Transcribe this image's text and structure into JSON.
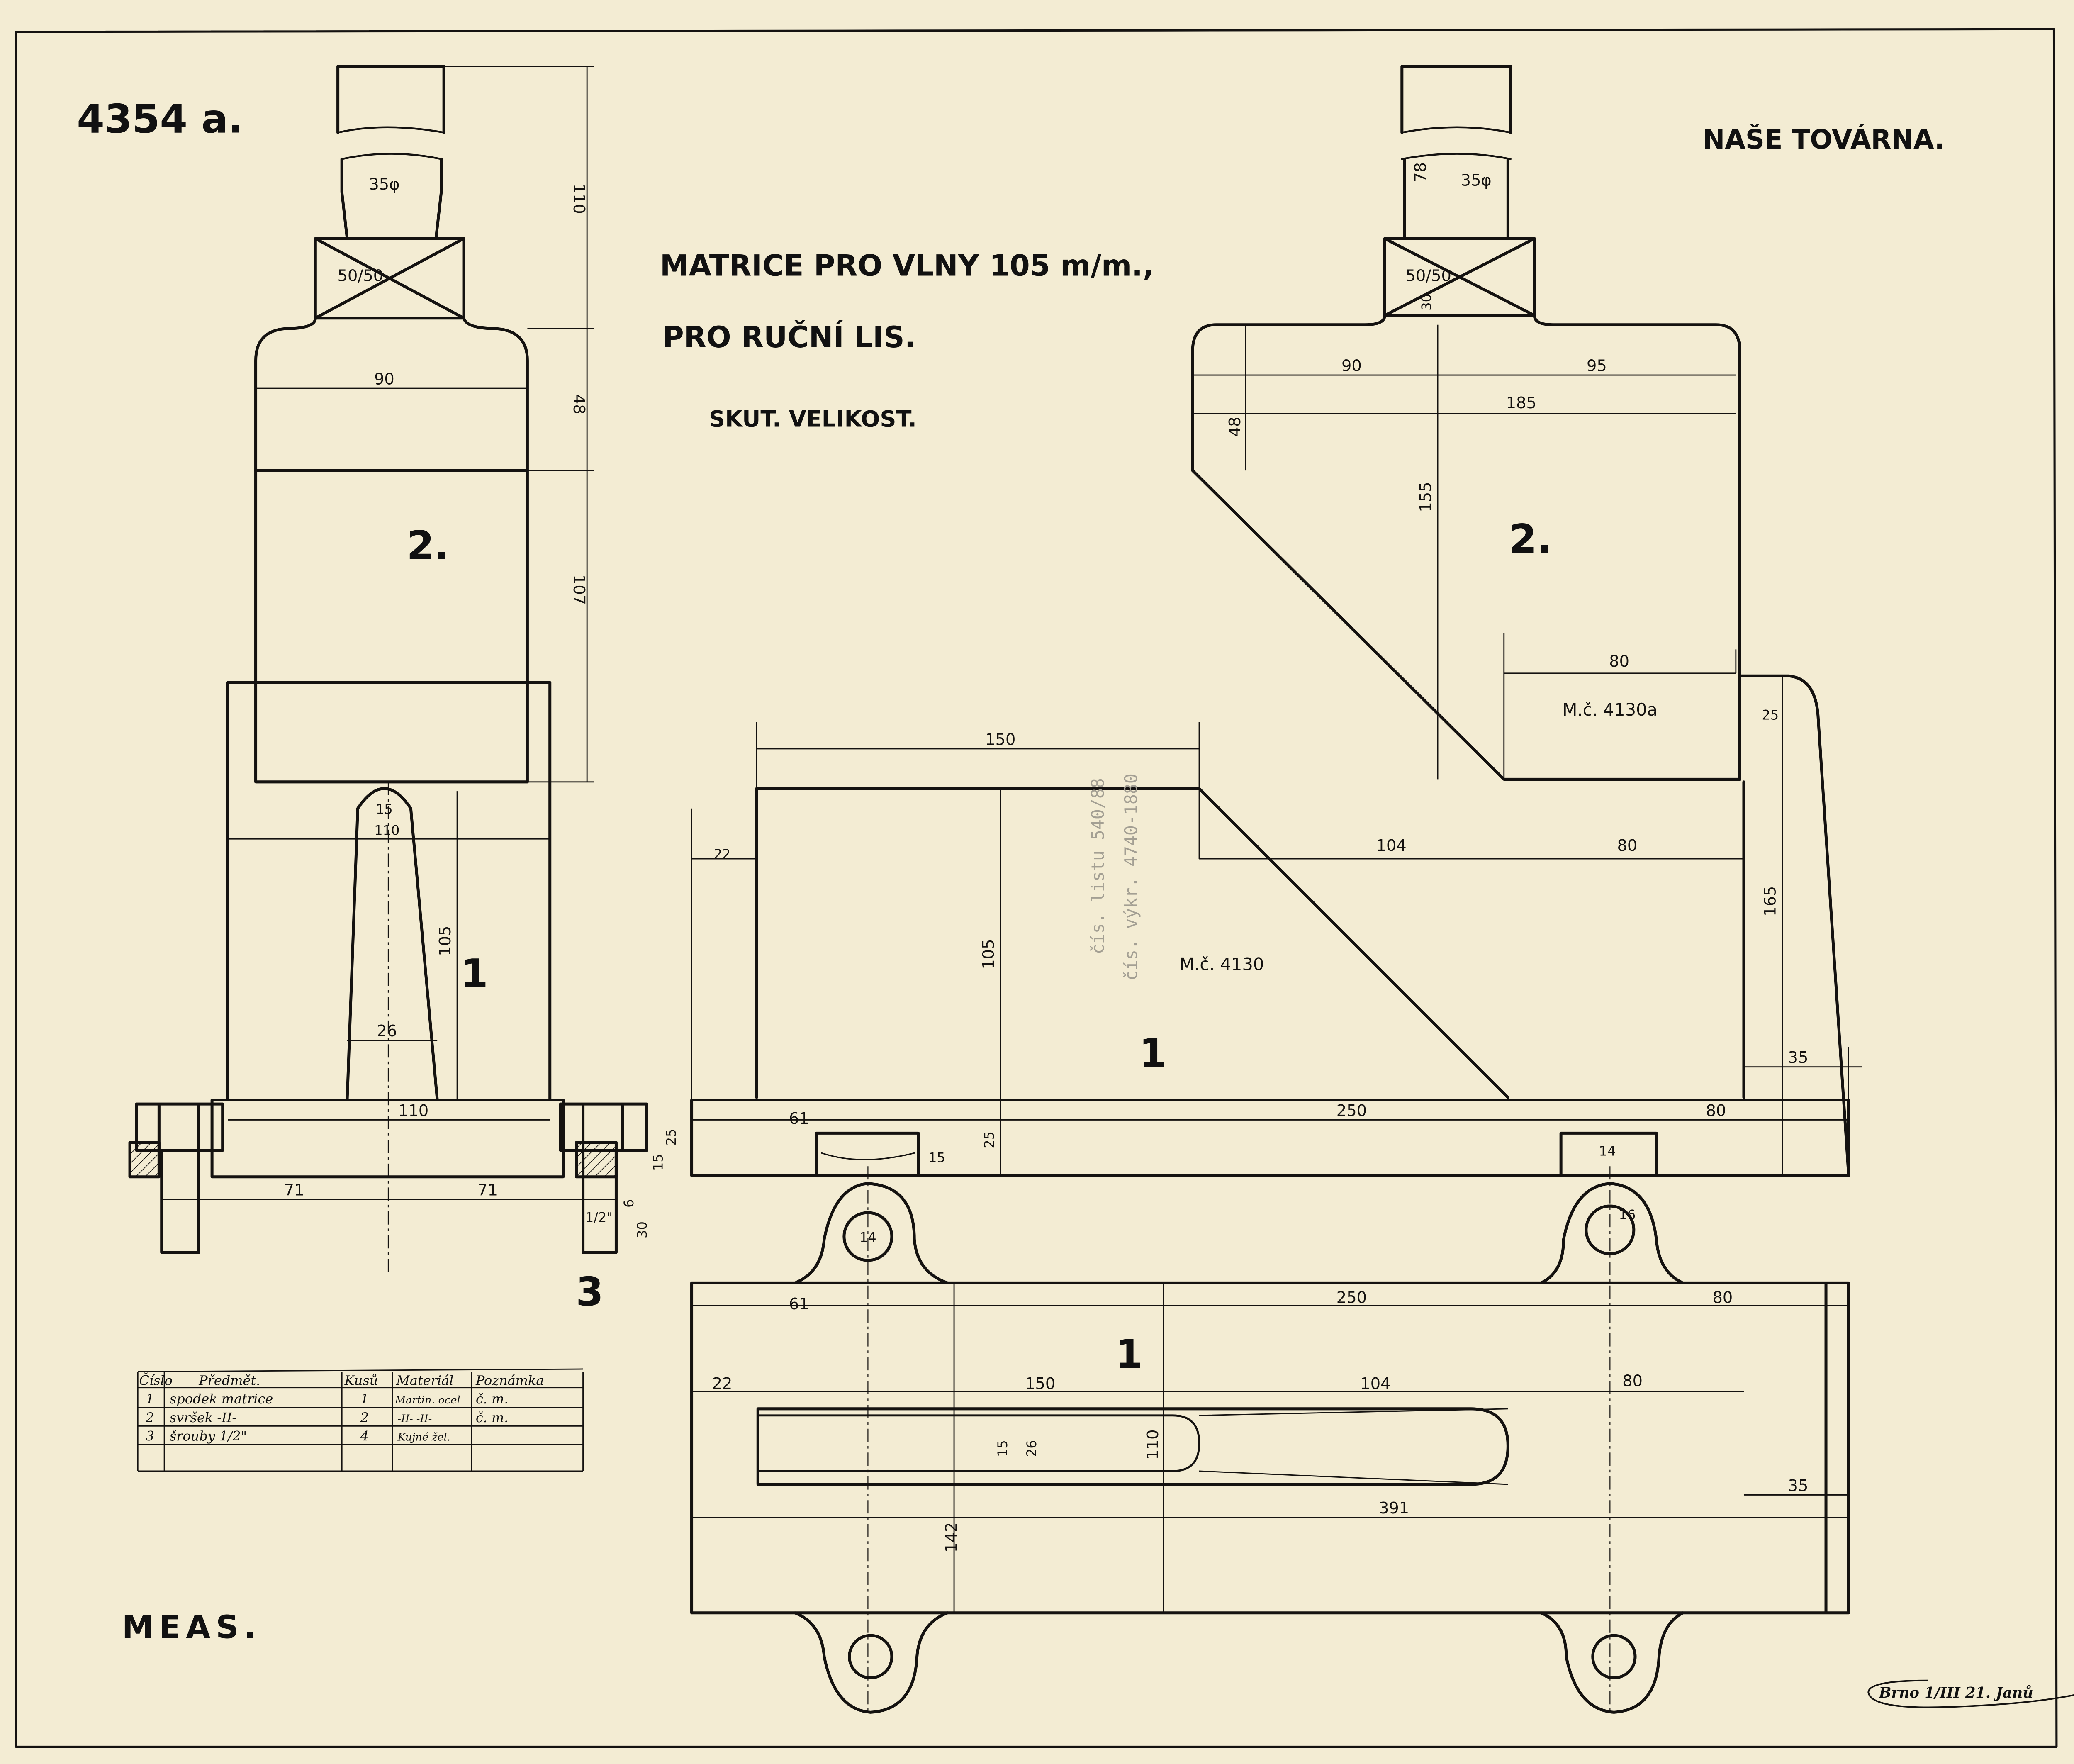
{
  "drawing_number": "4354 a.",
  "company": "NAŠE TOVÁRNA.",
  "title": {
    "line1": "MATRICE PRO VLNY 105 m/m.,",
    "line2": "PRO RUČNÍ LIS.",
    "line3": "SKUT. VELIKOST."
  },
  "stamp": "MEAS.",
  "signature": "Brno 1/III 21. Janů",
  "part_labels": {
    "part2_front": "2.",
    "part2_side": "2.",
    "part1_front": "1",
    "part1_side": "1",
    "part1_plan": "1",
    "part3": "3"
  },
  "notes": {
    "ref_4130a": "M.č. 4130a",
    "ref_4130": "M.č. 4130",
    "pencil_1": "čís. listu 540/88",
    "pencil_2": "čís. výkr. 4740-1880"
  },
  "dim": [
    "35φ",
    "50/50",
    "90",
    "110",
    "48",
    "107",
    "15",
    "110",
    "105",
    "26",
    "110",
    "71",
    "71",
    "25",
    "15",
    "1/2\"",
    "6",
    "30",
    "78",
    "35φ",
    "50/50",
    "30",
    "90",
    "95",
    "185",
    "48",
    "155",
    "80",
    "150",
    "22",
    "104",
    "80",
    "105",
    "165",
    "25",
    "35",
    "250",
    "80",
    "61",
    "25",
    "15",
    "14",
    "14",
    "16",
    "61",
    "250",
    "80",
    "22",
    "150",
    "104",
    "80",
    "15",
    "26",
    "110",
    "391",
    "35",
    "142"
  ],
  "parts_table": {
    "headers": [
      "Číslo",
      "Předmět.",
      "Kusů",
      "Materiál",
      "Poznámka"
    ],
    "rows": [
      [
        "1",
        "spodek matrice",
        "1",
        "Martin. ocel",
        "č. m."
      ],
      [
        "2",
        "svršek -II-",
        "2",
        "-II- -II-",
        "č. m."
      ],
      [
        "3",
        "šrouby 1/2\"",
        "4",
        "Kujné žel.",
        ""
      ]
    ]
  }
}
